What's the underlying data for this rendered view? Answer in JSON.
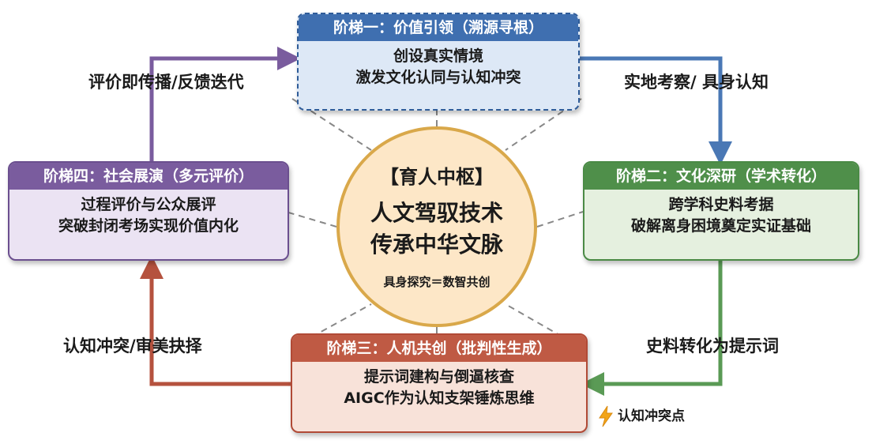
{
  "stages": [
    {
      "header": "阶梯一：价值引领（溯源寻根）",
      "line1": "创设真实情境",
      "line2": "激发文化认同与认知冲突",
      "color": "#3f6fb0"
    },
    {
      "header": "阶梯二：文化深研（学术转化）",
      "line1": "跨学科史料考据",
      "line2": "破解离身困境奠定实证基础",
      "color": "#4f8f4a"
    },
    {
      "header": "阶梯三：人机共创（批判性生成）",
      "line1": "提示词建构与倒逼核查",
      "line2": "AIGC作为认知支架锤炼思维",
      "color": "#bf5a44"
    },
    {
      "header": "阶梯四：社会展演（多元评价）",
      "line1": "过程评价与公众展评",
      "line2": "突破封闭考场实现价值内化",
      "color": "#7a5c9e"
    }
  ],
  "hub": {
    "title": "【育人中枢】",
    "line1": "人文驾驭技术",
    "line2": "传承中华文脉",
    "sub": "具身探究＝数智共创"
  },
  "edge_labels": {
    "top_left": "评价即传播/反馈迭代",
    "top_right": "实地考察/ 具身认知",
    "bottom_right": "史料转化为提示词",
    "bottom_left": "认知冲突/审美抉择"
  },
  "conflict_marker": {
    "text": "认知冲突点",
    "icon": "lightning-icon",
    "color": "#f2a51a"
  }
}
